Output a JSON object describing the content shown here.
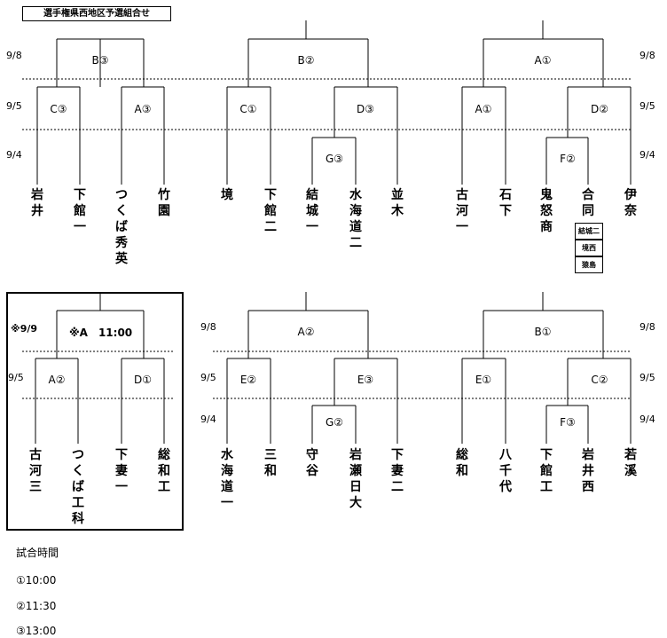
{
  "title": "選手権県西地区予選組合せ",
  "dates": {
    "d98": "9/8",
    "d95": "9/5",
    "d94": "9/4",
    "d99": "※9/9"
  },
  "special_slot": "※A　11:00",
  "top": {
    "left": {
      "final": "B③",
      "semi_l": "C③",
      "semi_r": "A③"
    },
    "mid": {
      "final": "B②",
      "semi_l": "C①",
      "semi_r": "D③",
      "qf": "G③"
    },
    "right": {
      "final": "A①",
      "semi_l": "A①",
      "semi_r": "D②",
      "qf": "F②"
    }
  },
  "bottom": {
    "left": {
      "semi_l": "A②",
      "semi_r": "D①"
    },
    "mid": {
      "final": "A②",
      "semi_l": "E②",
      "semi_r": "E③",
      "qf": "G②"
    },
    "right": {
      "final": "B①",
      "semi_l": "E①",
      "semi_r": "C②",
      "qf": "F③"
    }
  },
  "teams_top": [
    "岩井",
    "下館一",
    "つくば秀英",
    "竹園",
    "境",
    "下館二",
    "結城一",
    "水海道二",
    "並木",
    "古河一",
    "石下",
    "鬼怒商",
    "合同",
    "伊奈"
  ],
  "teams_bottom": [
    "古河三",
    "つくば工科",
    "下妻一",
    "総和工",
    "水海道一",
    "三和",
    "守谷",
    "岩瀬日大",
    "下妻二",
    "総和",
    "八千代",
    "下館工",
    "岩井西",
    "若溪"
  ],
  "gouhou_members": [
    "結城二",
    "境西",
    "猿島"
  ],
  "schedule": {
    "heading": "試合時間",
    "items": [
      "①10:00",
      "②11:30",
      "③13:00"
    ]
  }
}
